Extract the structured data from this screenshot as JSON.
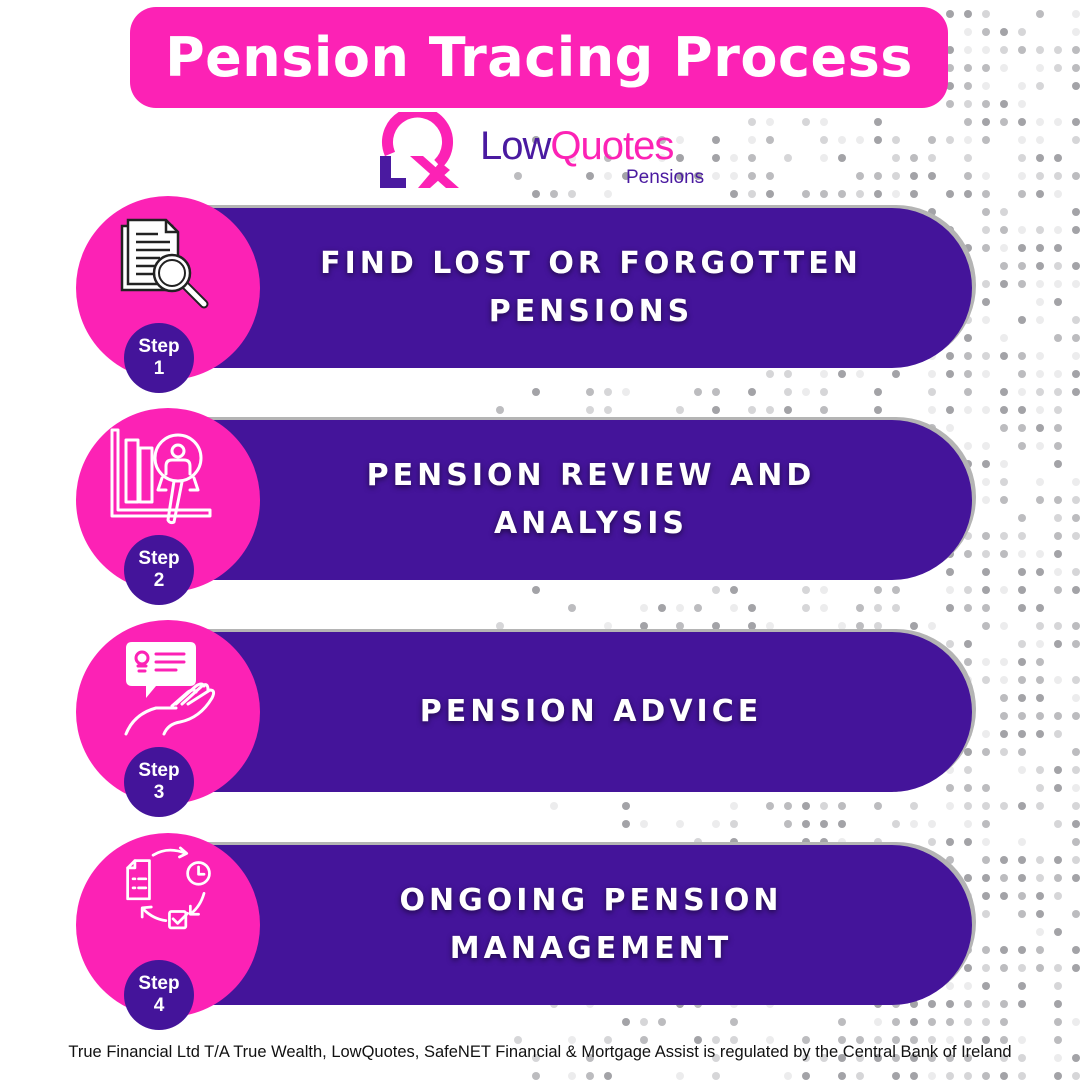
{
  "title": "Pension Tracing Process",
  "logo": {
    "word_part1": "Low",
    "word_part2": "Quotes",
    "subtitle": "Pensions",
    "icon": "lq-logo-icon"
  },
  "colors": {
    "pink": "#fc22b5",
    "purple": "#44149a",
    "shadow_gray": "#b4b4b4",
    "dot_grays": [
      "#ececed",
      "#d6d6d8",
      "#bcbcbf",
      "#a3a3a7"
    ]
  },
  "steps": [
    {
      "number_label": "Step",
      "number": "1",
      "title": "FIND LOST OR FORGOTTEN PENSIONS",
      "icon": "document-search-icon"
    },
    {
      "number_label": "Step",
      "number": "2",
      "title": "PENSION REVIEW AND ANALYSIS",
      "icon": "chart-person-search-icon"
    },
    {
      "number_label": "Step",
      "number": "3",
      "title": "PENSION ADVICE",
      "icon": "hand-advice-bubble-icon"
    },
    {
      "number_label": "Step",
      "number": "4",
      "title": "ONGOING PENSION MANAGEMENT",
      "icon": "cycle-document-clock-check-icon"
    }
  ],
  "footer": "True Financial Ltd T/A True Wealth, LowQuotes, SafeNET Financial & Mortgage Assist is regulated by the Central Bank of Ireland"
}
